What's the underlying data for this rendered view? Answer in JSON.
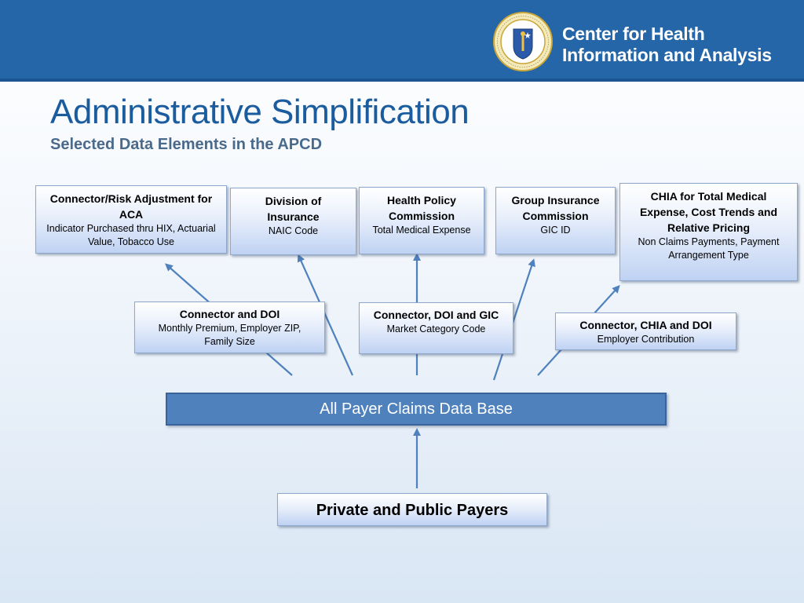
{
  "header": {
    "org_line1": "Center for Health",
    "org_line2": "Information and Analysis",
    "seal_icon": "massachusetts-seal-icon",
    "background": "#2566a8"
  },
  "title": "Administrative Simplification",
  "subtitle": "Selected Data Elements in the APCD",
  "top_boxes": [
    {
      "title": "Connector/Risk Adjustment for ACA",
      "detail": "Indicator Purchased thru HIX, Actuarial Value, Tobacco Use"
    },
    {
      "title": "Division of Insurance",
      "detail": "NAIC Code"
    },
    {
      "title": "Health Policy Commission",
      "detail": "Total Medical Expense"
    },
    {
      "title": "Group Insurance Commission",
      "detail": "GIC ID"
    },
    {
      "title": "CHIA for Total Medical Expense, Cost Trends and Relative Pricing",
      "detail": "Non Claims Payments, Payment Arrangement Type"
    }
  ],
  "middle_boxes": [
    {
      "title": "Connector and DOI",
      "detail": "Monthly Premium, Employer ZIP, Family Size"
    },
    {
      "title": "Connector, DOI and GIC",
      "detail": "Market Category Code"
    },
    {
      "title": "Connector, CHIA and DOI",
      "detail": "Employer Contribution"
    }
  ],
  "database": "All Payer Claims Data Base",
  "payers": "Private and Public Payers",
  "colors": {
    "title": "#1a5c9e",
    "database_fill": "#4f81bd",
    "arrow": "#4f81bd"
  }
}
